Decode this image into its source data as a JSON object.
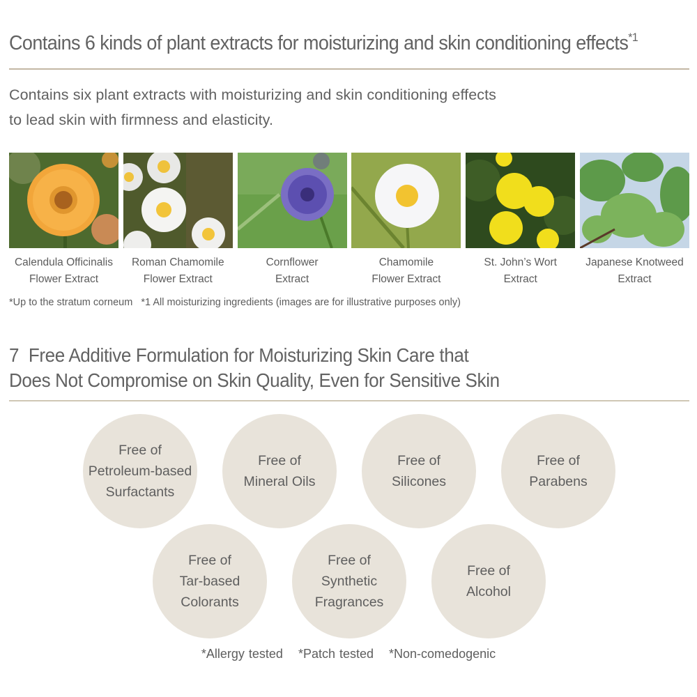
{
  "section1": {
    "title": "Contains 6 kinds of plant extracts for moisturizing and skin conditioning effects",
    "title_footnote": "*1",
    "lead_line1": "Contains six plant extracts with moisturizing and skin conditioning effects",
    "lead_line2": "to lead skin with firmness and elasticity.",
    "plants": [
      {
        "line1": "Calendula Officinalis",
        "line2": "Flower Extract",
        "image": "orange-calendula-flower"
      },
      {
        "line1": "Roman Chamomile",
        "line2": "Flower Extract",
        "image": "white-daisy-cluster"
      },
      {
        "line1": "Cornflower",
        "line2": "Extract",
        "image": "blue-cornflower"
      },
      {
        "line1": "Chamomile",
        "line2": "Flower Extract",
        "image": "single-white-chamomile"
      },
      {
        "line1": "St. John’s Wort",
        "line2": "Extract",
        "image": "yellow-st-johns-wort"
      },
      {
        "line1": "Japanese Knotweed",
        "line2": "Extract",
        "image": "green-knotweed-leaves"
      }
    ],
    "footnote": "*Up to the stratum corneum   *1 All moisturizing ingredients (images are for illustrative purposes only)"
  },
  "section2": {
    "title_line1": "7  Free Additive Formulation for Moisturizing Skin Care that",
    "title_line2": "Does Not Compromise on Skin Quality, Even for Sensitive Skin",
    "badges": [
      {
        "text": "Free of\nPetroleum-based\nSurfactants"
      },
      {
        "text": "Free of\nMineral Oils"
      },
      {
        "text": "Free of\nSilicones"
      },
      {
        "text": "Free of\nParabens"
      },
      {
        "text": "Free of\nTar-based\nColorants"
      },
      {
        "text": "Free of\nSynthetic\nFragrances"
      },
      {
        "text": "Free of\nAlcohol"
      }
    ],
    "claims": [
      "*Allergy tested",
      "*Patch tested",
      "*Non-comedogenic"
    ]
  },
  "colors": {
    "text": "#5f5f5f",
    "rule": "#c3b7a4",
    "badge_bg": "#e8e3da"
  }
}
